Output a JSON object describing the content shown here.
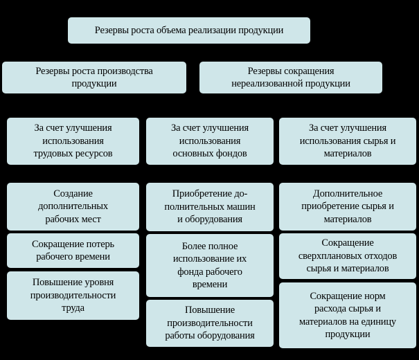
{
  "colors": {
    "background": "#000000",
    "box_fill": "#cfe6e9",
    "text": "#000000"
  },
  "root": {
    "label": "Резервы роста объема реализации продукции"
  },
  "branches": {
    "production": "Резервы роста производства\nпродукции",
    "unsold": "Резервы сокращения\nнереализованной продукции"
  },
  "factors": {
    "labor": "За счет улучшения\nиспользования\nтрудовых ресурсов",
    "fixed_assets": "За счет улучшения\nиспользования\nосновных фондов",
    "materials": "За счет улучшения\nиспользования сырья и\nматериалов"
  },
  "labor_measures": [
    "Создание\nдополнительных\nрабочих мест",
    "Сокращение потерь\nрабочего времени",
    "Повышение уровня\nпроизводительности\nтруда"
  ],
  "asset_measures": [
    "Приобретение до-\nполнительных машин\nи оборудования",
    "Более полное\nиспользование их\nфонда рабочего\nвремени",
    "Повышение\nпроизводительности\nработы оборудования"
  ],
  "material_measures": [
    "Дополнительное\nприобретение сырья и\nматериалов",
    "Сокращение\nсверхплановых отходов\nсырья и материалов",
    "Сокращение норм\nрасхода сырья и\nматериалов на единицу\nпродукции"
  ]
}
